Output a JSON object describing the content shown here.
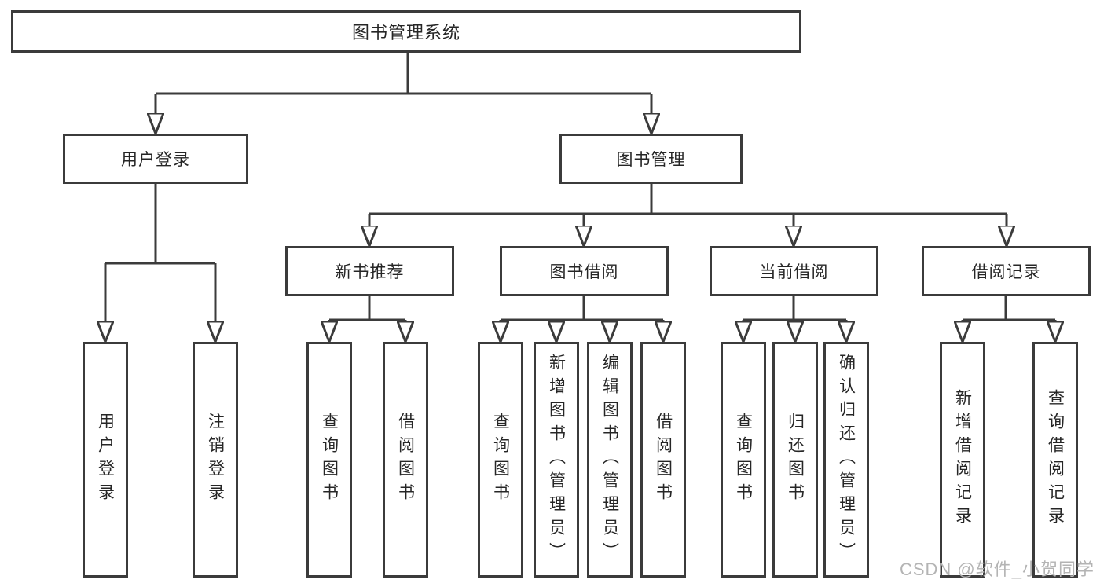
{
  "diagram": {
    "type": "tree",
    "root": {
      "label": "图书管理系统"
    },
    "branches": [
      {
        "label": "用户登录",
        "children": [
          {
            "label": "用户登录"
          },
          {
            "label": "注销登录"
          }
        ]
      },
      {
        "label": "图书管理",
        "children": [
          {
            "label": "新书推荐",
            "children": [
              {
                "label": "查询图书"
              },
              {
                "label": "借阅图书"
              }
            ]
          },
          {
            "label": "图书借阅",
            "children": [
              {
                "label": "查询图书"
              },
              {
                "label": "新增图书（管理员）"
              },
              {
                "label": "编辑图书（管理员）"
              },
              {
                "label": "借阅图书"
              }
            ]
          },
          {
            "label": "当前借阅",
            "children": [
              {
                "label": "查询图书"
              },
              {
                "label": "归还图书"
              },
              {
                "label": "确认归还（管理员）"
              }
            ]
          },
          {
            "label": "借阅记录",
            "children": [
              {
                "label": "新增借阅记录"
              },
              {
                "label": "查询借阅记录"
              }
            ]
          }
        ]
      }
    ]
  },
  "watermark": {
    "text": "CSDN @软件_小贺同学",
    "color": "#b4b4b4"
  },
  "colors": {
    "line": "#3b3b3b",
    "text": "#262626",
    "background": "#ffffff"
  }
}
